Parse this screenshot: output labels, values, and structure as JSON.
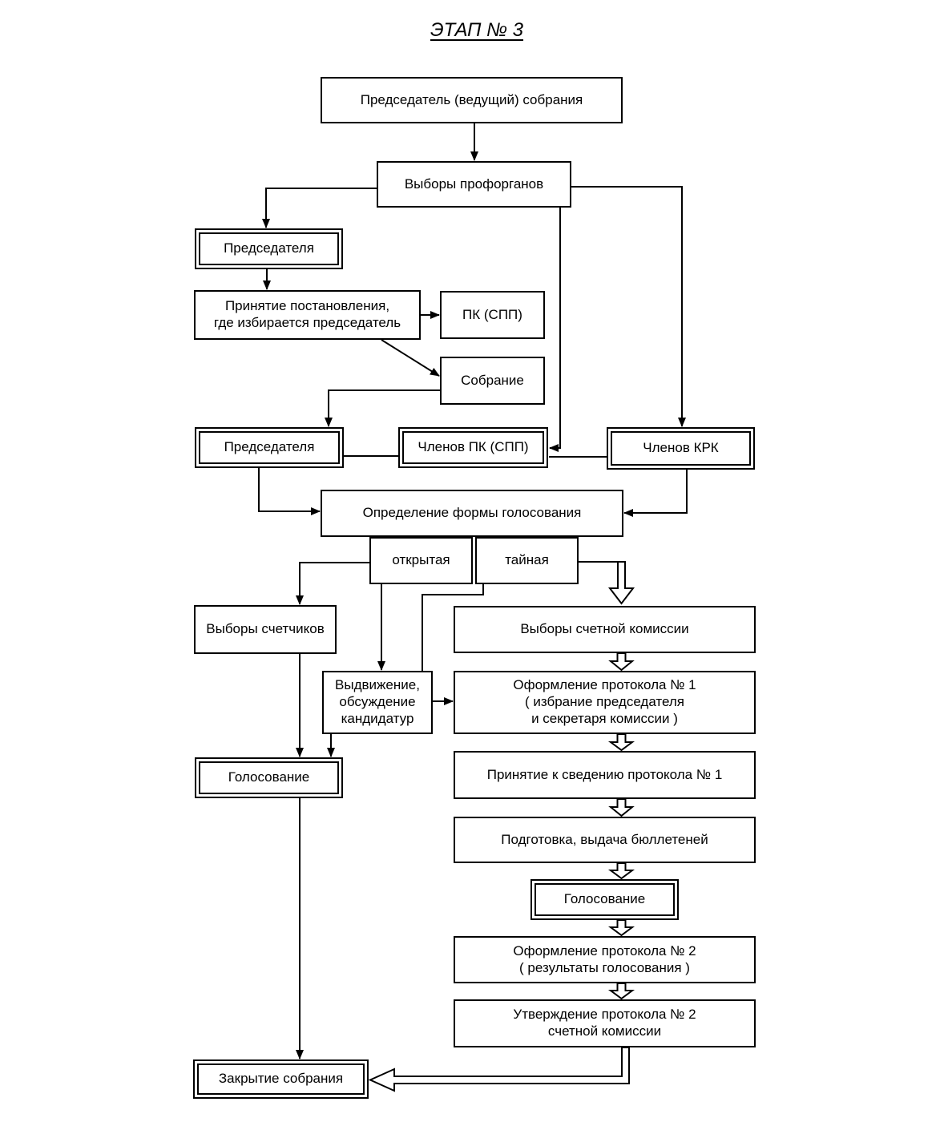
{
  "title": "ЭТАП № 3",
  "colors": {
    "line": "#000000",
    "background": "#ffffff",
    "box_fill": "#ffffff"
  },
  "nodes": {
    "chairman": {
      "label": "Председатель (ведущий) собрания"
    },
    "elections": {
      "label": "Выборы профорганов"
    },
    "chair_election": {
      "label": "Председателя"
    },
    "resolution": {
      "label": "Принятие постановления,\nгде избирается председатель"
    },
    "pk_spp": {
      "label": "ПК (СПП)"
    },
    "meeting": {
      "label": "Собрание"
    },
    "chair_election2": {
      "label": "Председателя"
    },
    "pk_members": {
      "label": "Членов ПК (СПП)"
    },
    "krk_members": {
      "label": "Членов КРК"
    },
    "voting_form": {
      "label": "Определение формы голосования"
    },
    "open_vote": {
      "label": "открытая"
    },
    "secret_vote": {
      "label": "тайная"
    },
    "counters": {
      "label": "Выборы счетчиков"
    },
    "nomination": {
      "label": "Выдвижение,\nобсуждение\nкандидатур"
    },
    "commission": {
      "label": "Выборы счетной комиссии"
    },
    "protocol1": {
      "label": "Оформление протокола № 1\n( избрание председателя\nи секретаря комиссии )"
    },
    "protocol1_ack": {
      "label": "Принятие к сведению протокола № 1"
    },
    "ballots": {
      "label": "Подготовка, выдача бюллетеней"
    },
    "voting_open": {
      "label": "Голосование"
    },
    "voting_secret": {
      "label": "Голосование"
    },
    "protocol2": {
      "label": "Оформление протокола № 2\n( результаты голосования )"
    },
    "protocol2_approval": {
      "label": "Утверждение протокола № 2\nсчетной комиссии"
    },
    "closing": {
      "label": "Закрытие собрания"
    }
  }
}
